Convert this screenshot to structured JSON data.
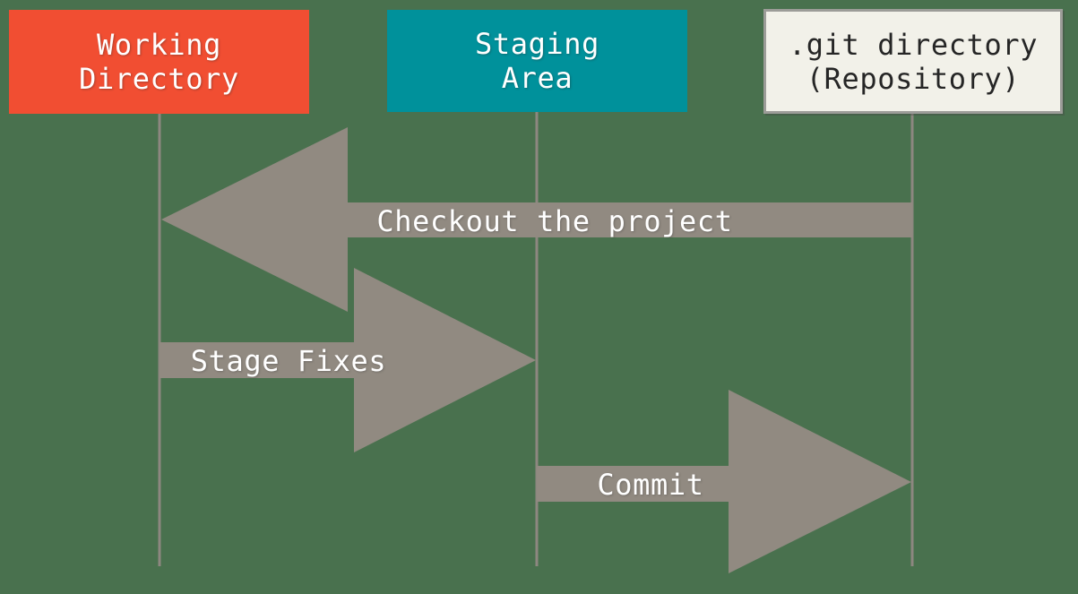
{
  "diagram": {
    "type": "git-areas-sequence-diagram",
    "columns": [
      {
        "id": "working-directory",
        "label_line1": "Working",
        "label_line2": "Directory",
        "fill_color": "#F14E32",
        "text_color": "#FFFFFF"
      },
      {
        "id": "staging-area",
        "label_line1": "Staging",
        "label_line2": "Area",
        "fill_color": "#00919B",
        "text_color": "#FFFFFF"
      },
      {
        "id": "git-directory",
        "label_line1": ".git directory",
        "label_line2": "(Repository)",
        "fill_color": "#F2F1E9",
        "text_color": "#262626",
        "border_color": "#9C9C98"
      }
    ],
    "arrows": [
      {
        "label": "Checkout the project",
        "from": "git-directory",
        "to": "working-directory",
        "direction": "left"
      },
      {
        "label": "Stage Fixes",
        "from": "working-directory",
        "to": "staging-area",
        "direction": "right"
      },
      {
        "label": "Commit",
        "from": "staging-area",
        "to": "git-directory",
        "direction": "right"
      }
    ],
    "colors": {
      "background": "#49714E",
      "arrow": "#918A81",
      "lifeline": "#8D8780"
    }
  }
}
